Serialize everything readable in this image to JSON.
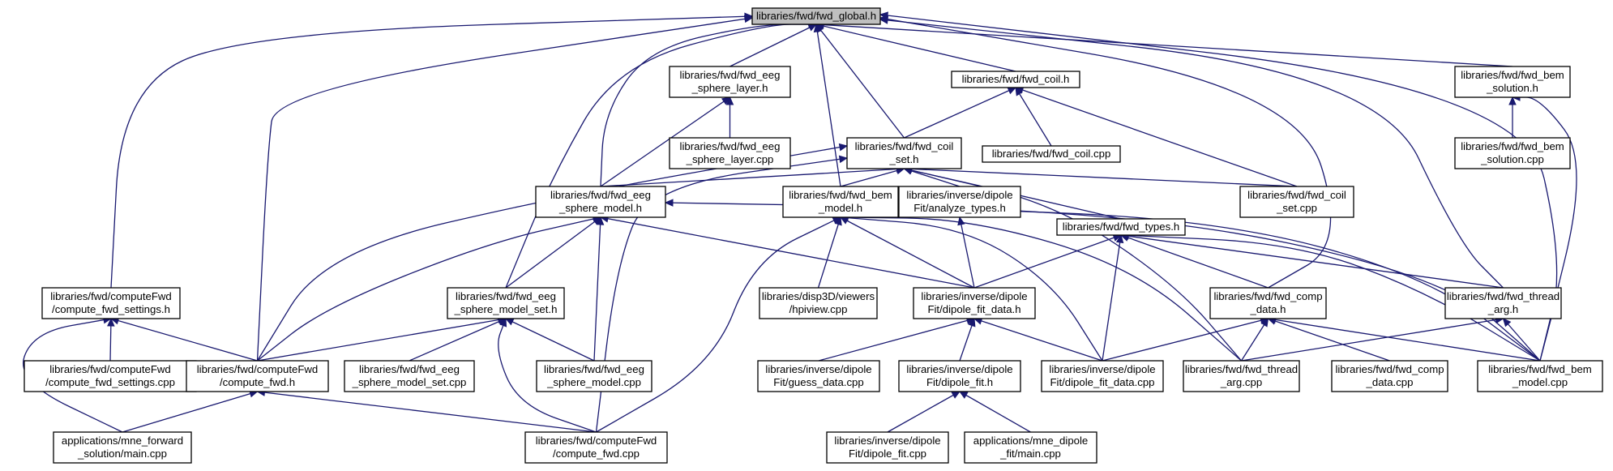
{
  "diagram": {
    "title": "",
    "edge_color": "#191970",
    "root_fill": "#bfbfbf",
    "node_fill": "#ffffff",
    "nodes": [
      {
        "id": "global",
        "lines": [
          "libraries/fwd/fwd_global.h"
        ],
        "root": true
      },
      {
        "id": "eeg_layer_h",
        "lines": [
          "libraries/fwd/fwd_eeg",
          "_sphere_layer.h"
        ]
      },
      {
        "id": "coil_h",
        "lines": [
          "libraries/fwd/fwd_coil.h"
        ]
      },
      {
        "id": "bem_sol_h",
        "lines": [
          "libraries/fwd/fwd_bem",
          "_solution.h"
        ]
      },
      {
        "id": "eeg_layer_cpp",
        "lines": [
          "libraries/fwd/fwd_eeg",
          "_sphere_layer.cpp"
        ]
      },
      {
        "id": "coil_set_h",
        "lines": [
          "libraries/fwd/fwd_coil",
          "_set.h"
        ]
      },
      {
        "id": "coil_cpp",
        "lines": [
          "libraries/fwd/fwd_coil.cpp"
        ]
      },
      {
        "id": "bem_sol_cpp",
        "lines": [
          "libraries/fwd/fwd_bem",
          "_solution.cpp"
        ]
      },
      {
        "id": "eeg_model_h",
        "lines": [
          "libraries/fwd/fwd_eeg",
          "_sphere_model.h"
        ]
      },
      {
        "id": "bem_model_h",
        "lines": [
          "libraries/fwd/fwd_bem",
          "_model.h"
        ]
      },
      {
        "id": "analyze_types_h",
        "lines": [
          "libraries/inverse/dipole",
          "Fit/analyze_types.h"
        ]
      },
      {
        "id": "types_h",
        "lines": [
          "libraries/fwd/fwd_types.h"
        ]
      },
      {
        "id": "coil_set_cpp",
        "lines": [
          "libraries/fwd/fwd_coil",
          "_set.cpp"
        ]
      },
      {
        "id": "compute_settings_h",
        "lines": [
          "libraries/fwd/computeFwd",
          "/compute_fwd_settings.h"
        ]
      },
      {
        "id": "eeg_model_set_h",
        "lines": [
          "libraries/fwd/fwd_eeg",
          "_sphere_model_set.h"
        ]
      },
      {
        "id": "hpiview_cpp",
        "lines": [
          "libraries/disp3D/viewers",
          "/hpiview.cpp"
        ]
      },
      {
        "id": "fit_data_h",
        "lines": [
          "libraries/inverse/dipole",
          "Fit/dipole_fit_data.h"
        ]
      },
      {
        "id": "comp_data_h",
        "lines": [
          "libraries/fwd/fwd_comp",
          "_data.h"
        ]
      },
      {
        "id": "thread_arg_h",
        "lines": [
          "libraries/fwd/fwd_thread",
          "_arg.h"
        ]
      },
      {
        "id": "compute_settings_cpp",
        "lines": [
          "libraries/fwd/computeFwd",
          "/compute_fwd_settings.cpp"
        ]
      },
      {
        "id": "compute_fwd_h",
        "lines": [
          "libraries/fwd/computeFwd",
          "/compute_fwd.h"
        ]
      },
      {
        "id": "eeg_model_set_cpp",
        "lines": [
          "libraries/fwd/fwd_eeg",
          "_sphere_model_set.cpp"
        ]
      },
      {
        "id": "eeg_model_cpp",
        "lines": [
          "libraries/fwd/fwd_eeg",
          "_sphere_model.cpp"
        ]
      },
      {
        "id": "guess_data_cpp",
        "lines": [
          "libraries/inverse/dipole",
          "Fit/guess_data.cpp"
        ]
      },
      {
        "id": "fit_data_cpp",
        "lines": [
          "libraries/inverse/dipole",
          "Fit/dipole_fit_data.cpp"
        ]
      },
      {
        "id": "thread_arg_cpp",
        "lines": [
          "libraries/fwd/fwd_thread",
          "_arg.cpp"
        ]
      },
      {
        "id": "comp_data_cpp",
        "lines": [
          "libraries/fwd/fwd_comp",
          "_data.cpp"
        ]
      },
      {
        "id": "bem_model_cpp",
        "lines": [
          "libraries/fwd/fwd_bem",
          "_model.cpp"
        ]
      },
      {
        "id": "dipole_fit_h",
        "lines": [
          "libraries/inverse/dipole",
          "Fit/dipole_fit.h"
        ]
      },
      {
        "id": "mne_forward_main",
        "lines": [
          "applications/mne_forward",
          "_solution/main.cpp"
        ]
      },
      {
        "id": "compute_fwd_cpp",
        "lines": [
          "libraries/fwd/computeFwd",
          "/compute_fwd.cpp"
        ]
      },
      {
        "id": "dipole_fit_cpp",
        "lines": [
          "libraries/inverse/dipole",
          "Fit/dipole_fit.cpp"
        ]
      },
      {
        "id": "mne_dipole_main",
        "lines": [
          "applications/mne_dipole",
          "_fit/main.cpp"
        ]
      }
    ],
    "edges": [
      [
        "eeg_layer_h",
        "global"
      ],
      [
        "coil_h",
        "global"
      ],
      [
        "bem_sol_h",
        "global"
      ],
      [
        "coil_set_h",
        "global"
      ],
      [
        "eeg_model_h",
        "global"
      ],
      [
        "bem_model_h",
        "global"
      ],
      [
        "compute_settings_h",
        "global"
      ],
      [
        "eeg_model_set_h",
        "global"
      ],
      [
        "comp_data_h",
        "global"
      ],
      [
        "thread_arg_h",
        "global"
      ],
      [
        "compute_fwd_h",
        "global"
      ],
      [
        "bem_model_cpp",
        "global"
      ],
      [
        "eeg_layer_cpp",
        "eeg_layer_h"
      ],
      [
        "eeg_model_h",
        "eeg_layer_h"
      ],
      [
        "coil_set_h",
        "coil_h"
      ],
      [
        "coil_cpp",
        "coil_h"
      ],
      [
        "coil_set_cpp",
        "coil_h"
      ],
      [
        "bem_sol_cpp",
        "bem_sol_h"
      ],
      [
        "bem_model_cpp",
        "bem_sol_h"
      ],
      [
        "eeg_model_h",
        "coil_set_h"
      ],
      [
        "bem_model_h",
        "coil_set_h"
      ],
      [
        "analyze_types_h",
        "coil_set_h"
      ],
      [
        "types_h",
        "coil_set_h"
      ],
      [
        "coil_set_cpp",
        "coil_set_h"
      ],
      [
        "compute_fwd_h",
        "coil_set_h"
      ],
      [
        "compute_fwd_cpp",
        "coil_set_h"
      ],
      [
        "thread_arg_cpp",
        "coil_set_h"
      ],
      [
        "eeg_model_set_h",
        "eeg_model_h"
      ],
      [
        "eeg_model_cpp",
        "eeg_model_h"
      ],
      [
        "compute_fwd_h",
        "eeg_model_h"
      ],
      [
        "fit_data_h",
        "eeg_model_h"
      ],
      [
        "bem_model_cpp",
        "eeg_model_h"
      ],
      [
        "hpiview_cpp",
        "bem_model_h"
      ],
      [
        "fit_data_h",
        "bem_model_h"
      ],
      [
        "compute_fwd_cpp",
        "bem_model_h"
      ],
      [
        "fit_data_cpp",
        "bem_model_h"
      ],
      [
        "thread_arg_cpp",
        "bem_model_h"
      ],
      [
        "bem_model_cpp",
        "bem_model_h"
      ],
      [
        "fit_data_h",
        "analyze_types_h"
      ],
      [
        "fit_data_h",
        "types_h"
      ],
      [
        "comp_data_h",
        "types_h"
      ],
      [
        "thread_arg_h",
        "types_h"
      ],
      [
        "fit_data_cpp",
        "types_h"
      ],
      [
        "bem_model_cpp",
        "types_h"
      ],
      [
        "compute_settings_cpp",
        "compute_settings_h"
      ],
      [
        "compute_fwd_h",
        "compute_settings_h"
      ],
      [
        "mne_forward_main",
        "compute_settings_h"
      ],
      [
        "compute_fwd_h",
        "eeg_model_set_h"
      ],
      [
        "eeg_model_set_cpp",
        "eeg_model_set_h"
      ],
      [
        "eeg_model_cpp",
        "eeg_model_set_h"
      ],
      [
        "compute_fwd_cpp",
        "eeg_model_set_h"
      ],
      [
        "guess_data_cpp",
        "fit_data_h"
      ],
      [
        "dipole_fit_h",
        "fit_data_h"
      ],
      [
        "fit_data_cpp",
        "fit_data_h"
      ],
      [
        "fit_data_cpp",
        "comp_data_h"
      ],
      [
        "thread_arg_cpp",
        "comp_data_h"
      ],
      [
        "comp_data_cpp",
        "comp_data_h"
      ],
      [
        "bem_model_cpp",
        "comp_data_h"
      ],
      [
        "thread_arg_cpp",
        "thread_arg_h"
      ],
      [
        "bem_model_cpp",
        "thread_arg_h"
      ],
      [
        "mne_forward_main",
        "compute_fwd_h"
      ],
      [
        "compute_fwd_cpp",
        "compute_fwd_h"
      ],
      [
        "dipole_fit_cpp",
        "dipole_fit_h"
      ],
      [
        "mne_dipole_main",
        "dipole_fit_h"
      ]
    ]
  }
}
